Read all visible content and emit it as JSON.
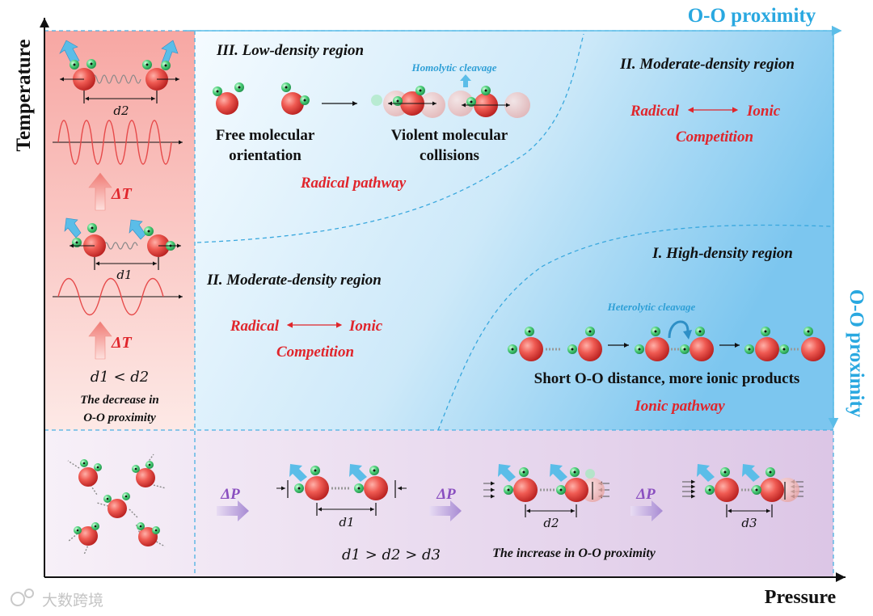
{
  "axes": {
    "y_label": "Temperature",
    "x_label": "Pressure",
    "top_arrow_label": "O-O proximity",
    "right_arrow_label": "O-O proximity"
  },
  "left_panel": {
    "delta_t_top": "ΔT",
    "delta_t_bottom": "ΔT",
    "d2": "d2",
    "d1": "d1",
    "inequality": "d1 < d2",
    "caption_line1": "The decrease in",
    "caption_line2": "O-O proximity"
  },
  "region_iii": {
    "title": "III. Low-density region",
    "homolytic": "Homolytic cleavage",
    "free_line1": "Free molecular",
    "free_line2": "orientation",
    "violent_line1": "Violent molecular",
    "violent_line2": "collisions",
    "pathway": "Radical pathway"
  },
  "region_ii_top": {
    "title": "II. Moderate-density region",
    "radical": "Radical",
    "ionic": "Ionic",
    "competition": "Competition"
  },
  "region_ii_left": {
    "title": "II. Moderate-density region",
    "radical": "Radical",
    "ionic": "Ionic",
    "competition": "Competition"
  },
  "region_i": {
    "title": "I. High-density region",
    "heterolytic": "Heterolytic cleavage",
    "short": "Short O-O distance, more ionic products",
    "pathway": "Ionic pathway"
  },
  "bottom_panel": {
    "delta_p": "ΔP",
    "d1": "d1",
    "d2": "d2",
    "d3": "d3",
    "inequality": "d1 > d2 > d3",
    "caption": "The increase in O-O proximity"
  },
  "watermark": "大数跨境",
  "colors": {
    "title_blue": "#29a8e0",
    "red_text": "#e0252b",
    "purple": "#8a4fc0",
    "oxygen": "#e64a4a",
    "hydrogen": "#4cd07a"
  }
}
